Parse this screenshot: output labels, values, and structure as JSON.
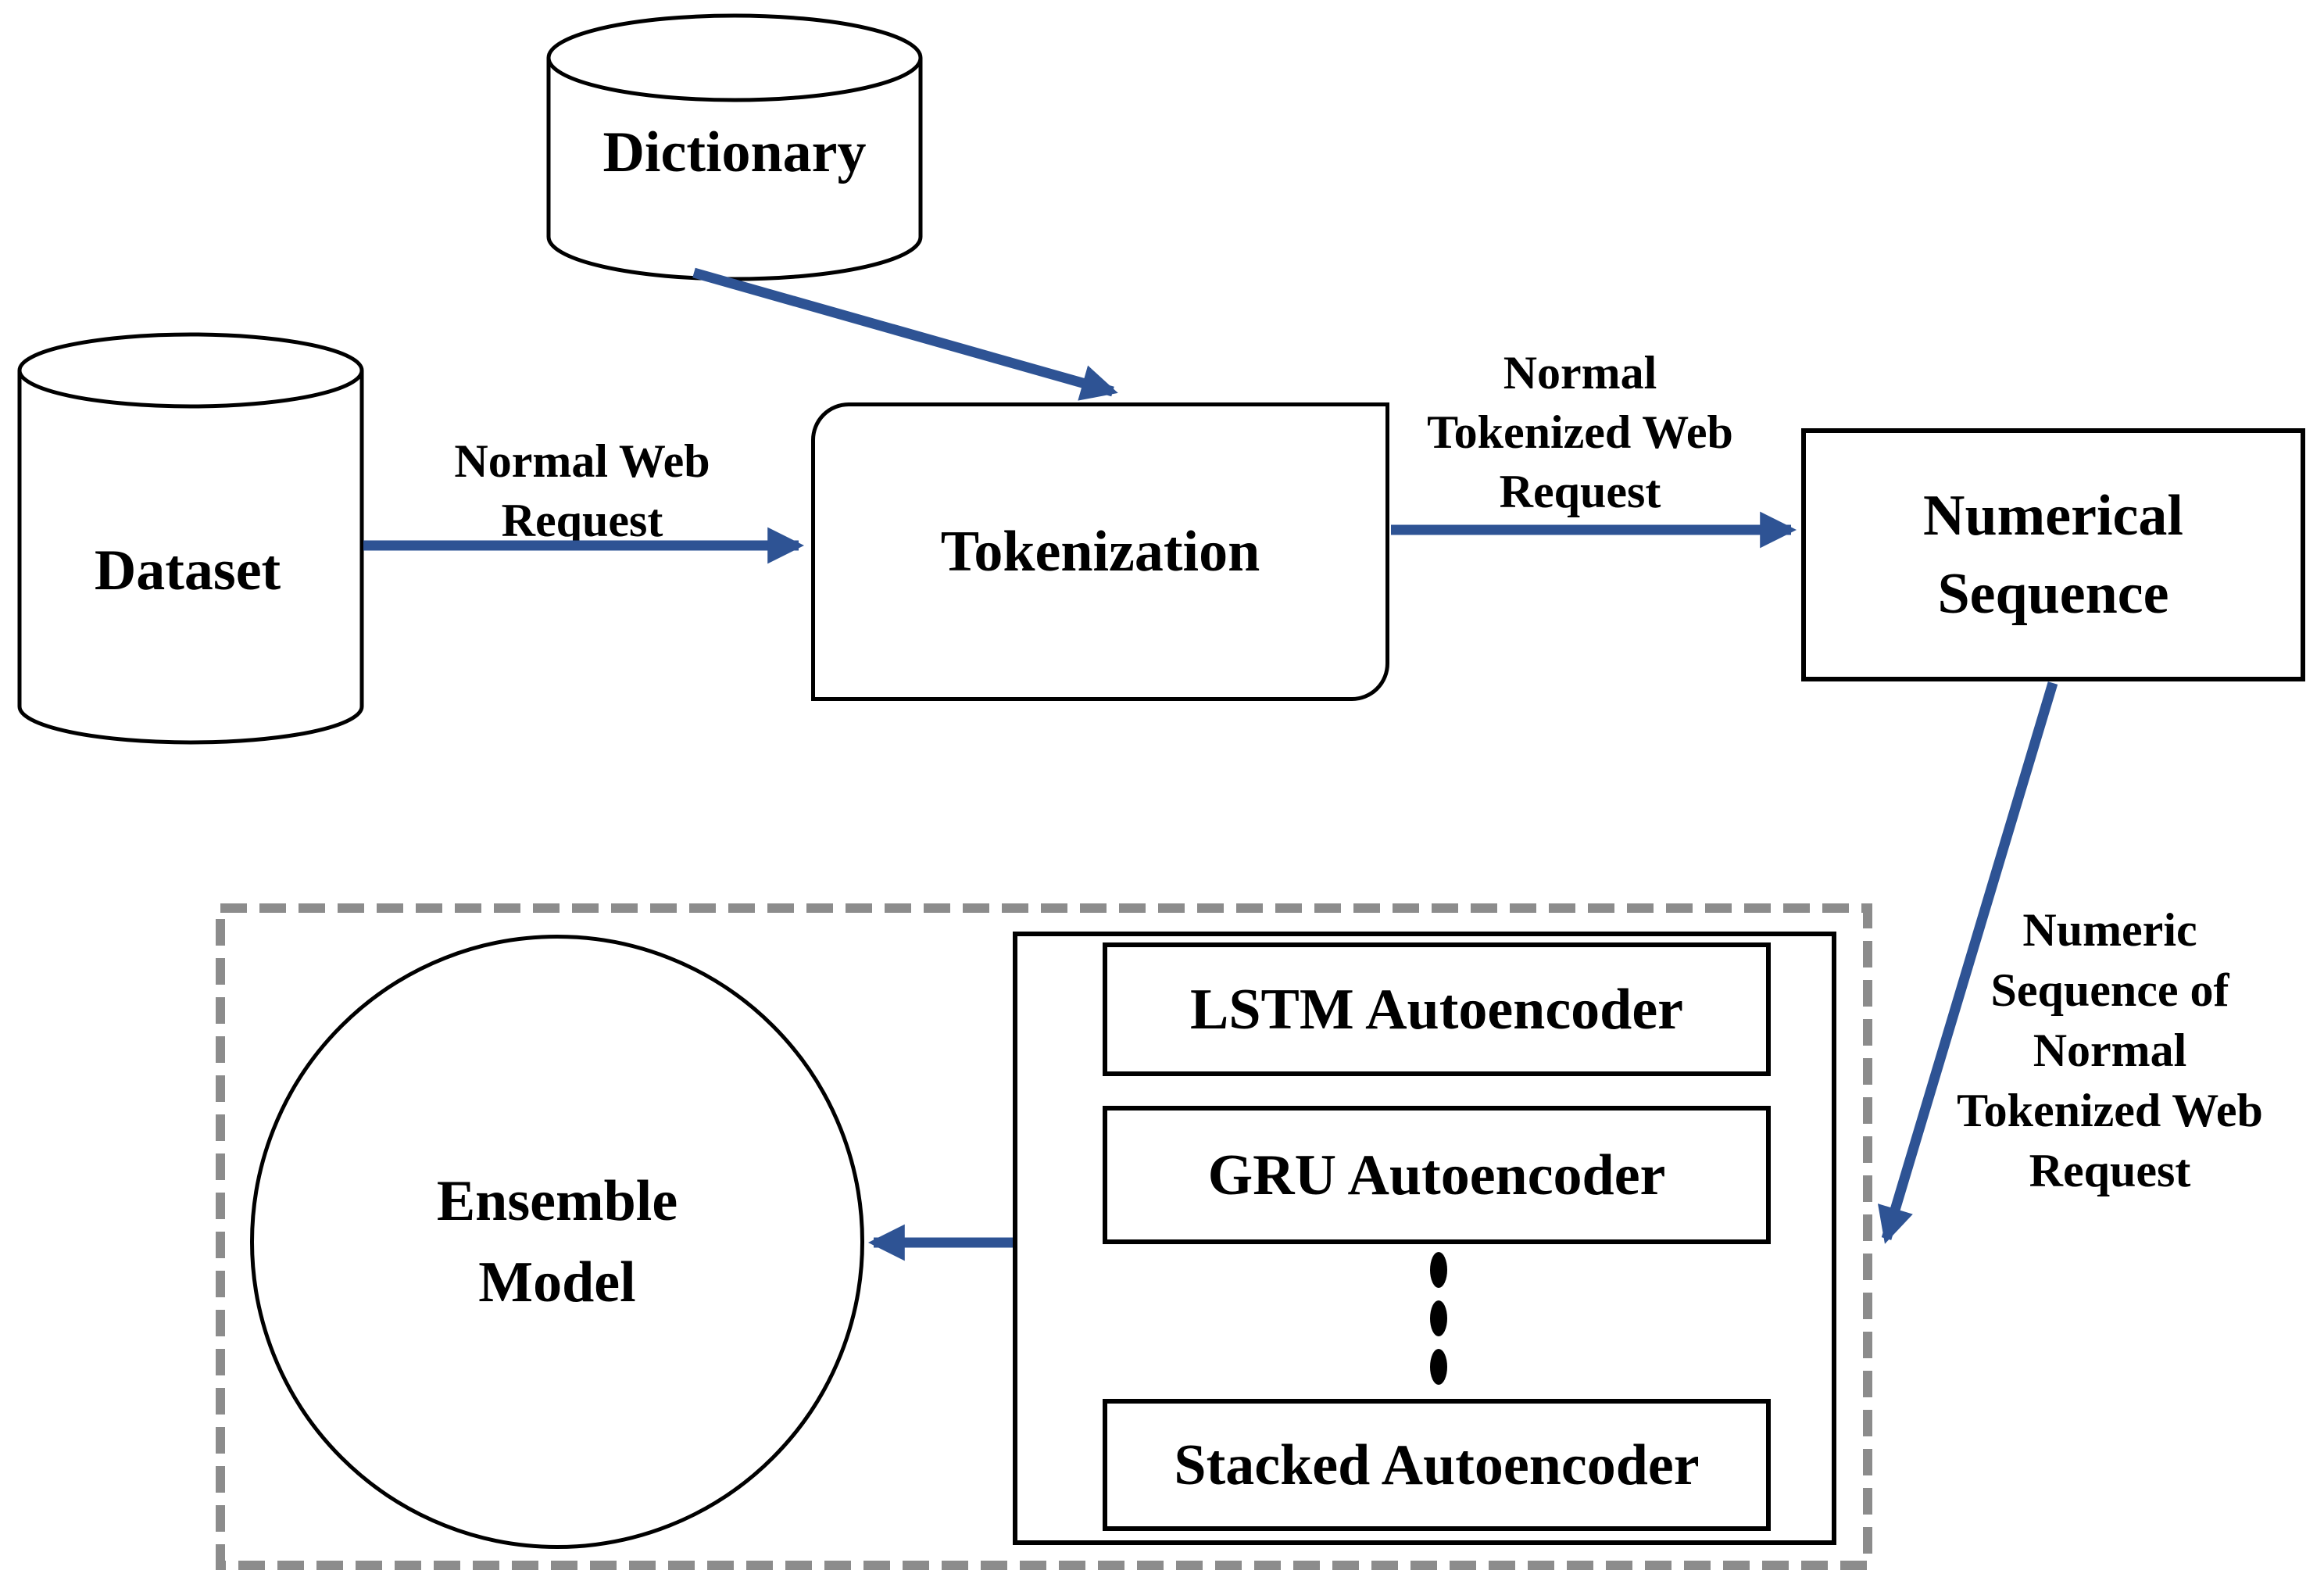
{
  "colors": {
    "arrow": "#2E5394",
    "dashed_border": "#8C8C8C",
    "shape_border": "#000000",
    "background": "#FFFFFF",
    "text": "#000000"
  },
  "nodes": {
    "dictionary": {
      "label": "Dictionary",
      "shape": "cylinder"
    },
    "dataset": {
      "label": "Dataset",
      "shape": "cylinder"
    },
    "tokenization": {
      "label": "Tokenization",
      "shape": "card"
    },
    "numerical_sequence": {
      "label": "Numerical\nSequence",
      "shape": "rectangle"
    },
    "ensemble_model": {
      "label": "Ensemble\nModel",
      "shape": "circle"
    },
    "lstm_autoencoder": {
      "label": "LSTM Autoencoder",
      "shape": "rectangle"
    },
    "gru_autoencoder": {
      "label": "GRU Autoencoder",
      "shape": "rectangle"
    },
    "stacked_autoencoder": {
      "label": "Stacked Autoencoder",
      "shape": "rectangle"
    }
  },
  "edge_labels": {
    "normal_web_request": "Normal Web\nRequest",
    "normal_tokenized_web_request": "Normal\nTokenized Web\nRequest",
    "numeric_sequence_of_normal_tokenized_web_request": "Numeric\nSequence of\nNormal\nTokenized Web\nRequest"
  }
}
